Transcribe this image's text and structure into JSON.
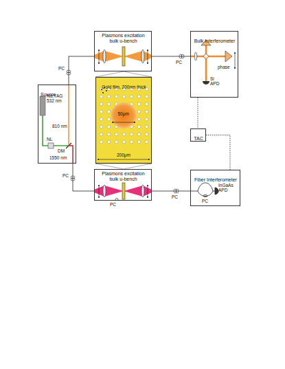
{
  "diagram": {
    "nodes": [
      {
        "text": [
          "Plasmons excitation bulk u-bench"
        ]
      },
      {
        "text": [
          "Bulk Interferometer"
        ]
      },
      {
        "text": [
          "Source"
        ]
      },
      {
        "text": [
          "Gold film, 200nm thick"
        ]
      },
      {
        "text": [
          "TAC"
        ]
      },
      {
        "text": [
          "Plasmons excitation bulk u-bench"
        ]
      },
      {
        "text": [
          "Fiber Interferometer"
        ]
      }
    ],
    "edges": [
      {
        "from": 2,
        "to": 0,
        "arrow": "none"
      },
      {
        "from": 0,
        "to": 1,
        "arrow": "none"
      },
      {
        "from": 2,
        "to": 5,
        "arrow": "none"
      },
      {
        "from": 5,
        "to": 6,
        "arrow": "none"
      },
      {
        "from": 1,
        "to": 4,
        "arrow": "none"
      },
      {
        "from": 6,
        "to": 4,
        "arrow": "none"
      },
      {
        "from": 0,
        "to": 3,
        "arrow": "none"
      },
      {
        "from": 5,
        "to": 3,
        "arrow": "none"
      }
    ],
    "labels": [
      "Nd:YAG 532 nm",
      "810 nm",
      "DM",
      "1550 nm",
      "NL",
      "PC",
      "PC",
      "PC",
      "PC",
      "PC",
      "phase",
      "Si APD",
      "PC",
      "InGaAs APD",
      "50μm",
      "200μm"
    ]
  }
}
